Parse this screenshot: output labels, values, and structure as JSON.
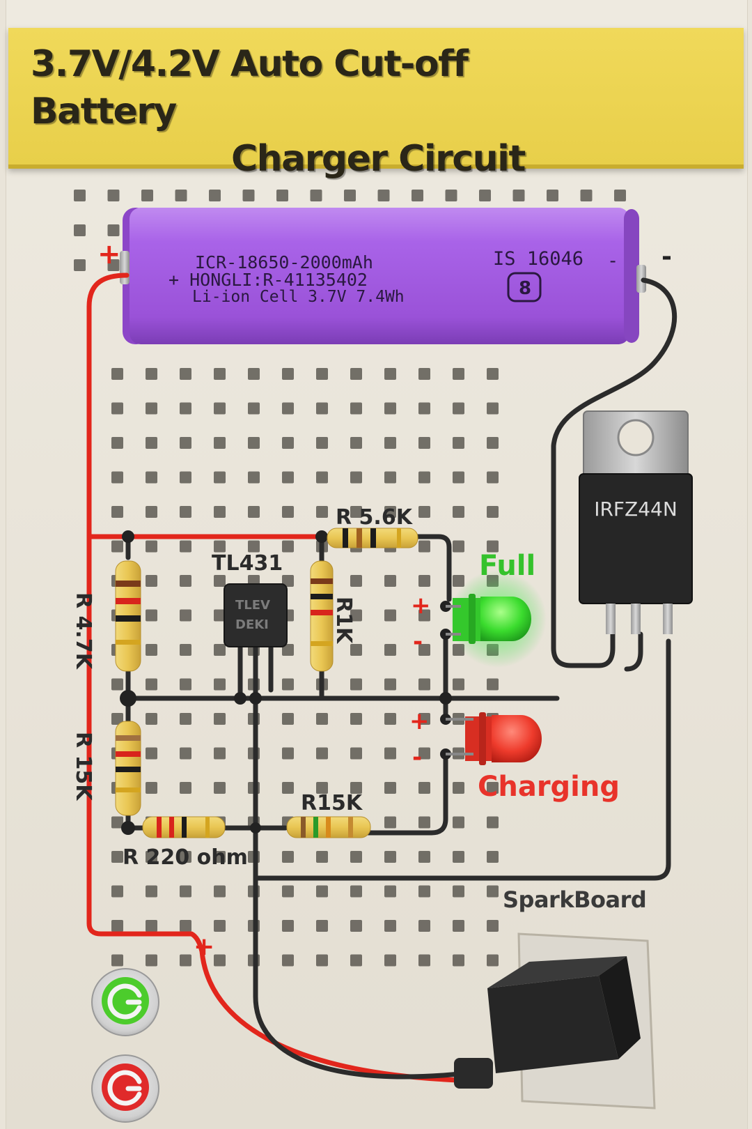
{
  "title": {
    "line1": "3.7V/4.2V Auto Cut-off Battery",
    "line2": "Charger Circuit"
  },
  "battery": {
    "line1": "ICR-18650-2000mAh",
    "line2": "+ HONGLI:R-41135402",
    "line3": "Li-ion Cell 3.7V 7.4Wh",
    "mark": "IS 16046",
    "plus_mark": "+",
    "minus_mark": "-",
    "color": "#a45fe0"
  },
  "components": {
    "mosfet": "IRFZ44N",
    "regulator": "TL431",
    "regulator_marking": "TLEV\nDEKI",
    "r_top": "R 5.6K",
    "r_left_top": "R 4.7K",
    "r_left_bottom": "R 15K",
    "r_mid": "R1K",
    "r_bottom_left": "R 220 ohm",
    "r_bottom_right": "R15K"
  },
  "leds": {
    "full_label": "Full",
    "full_color": "#2fd43a",
    "charging_label": "Charging",
    "charging_color": "#ee3b2c"
  },
  "polarity": {
    "plus": "+",
    "minus": "-"
  },
  "brand": "SparkBoard",
  "buttons": [
    {
      "name": "power-on",
      "color": "#4ccc2c"
    },
    {
      "name": "power-off",
      "color": "#e02a2a"
    }
  ],
  "wire_colors": {
    "positive": "#e2261c",
    "negative": "#2b2b2b"
  }
}
